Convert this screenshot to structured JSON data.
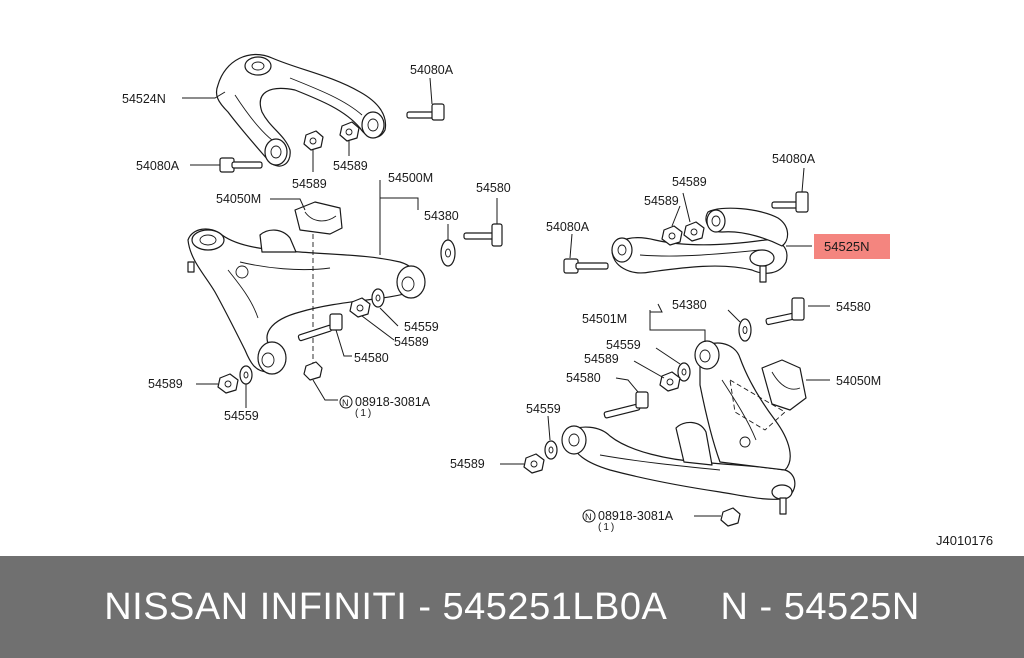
{
  "diagram": {
    "code": "J4010176",
    "labels": [
      {
        "id": "l1",
        "text": "54080A"
      },
      {
        "id": "l2",
        "text": "54524N"
      },
      {
        "id": "l3",
        "text": "54080A"
      },
      {
        "id": "l4",
        "text": "54589"
      },
      {
        "id": "l5",
        "text": "54589"
      },
      {
        "id": "l6",
        "text": "54500M"
      },
      {
        "id": "l7",
        "text": "54050M"
      },
      {
        "id": "l8",
        "text": "54580"
      },
      {
        "id": "l9",
        "text": "54380"
      },
      {
        "id": "l10",
        "text": "54559"
      },
      {
        "id": "l11",
        "text": "54589"
      },
      {
        "id": "l12",
        "text": "54580"
      },
      {
        "id": "l13",
        "text": "54589"
      },
      {
        "id": "l14",
        "text": "54559"
      },
      {
        "id": "l15",
        "text": "08918-3081A"
      },
      {
        "id": "l16",
        "text": "(1)"
      },
      {
        "id": "l17",
        "text": "54589"
      },
      {
        "id": "l18",
        "text": "54080A"
      },
      {
        "id": "l19",
        "text": "54589"
      },
      {
        "id": "l20",
        "text": "54080A"
      },
      {
        "id": "l21",
        "text": "54525N"
      },
      {
        "id": "l22",
        "text": "54380"
      },
      {
        "id": "l23",
        "text": "54580"
      },
      {
        "id": "l24",
        "text": "54501M"
      },
      {
        "id": "l25",
        "text": "54559"
      },
      {
        "id": "l26",
        "text": "54589"
      },
      {
        "id": "l27",
        "text": "54580"
      },
      {
        "id": "l28",
        "text": "54050M"
      },
      {
        "id": "l29",
        "text": "54559"
      },
      {
        "id": "l30",
        "text": "54589"
      },
      {
        "id": "l31",
        "text": "08918-3081A"
      },
      {
        "id": "l32",
        "text": "(1)"
      }
    ],
    "highlight": {
      "text": "54525N",
      "color": "#f4857f"
    },
    "nut_symbol": "N"
  },
  "footer": {
    "text": "NISSAN INFINITI - 545251LB0A     N - 54525N",
    "background": "#707070",
    "color": "#ffffff"
  }
}
